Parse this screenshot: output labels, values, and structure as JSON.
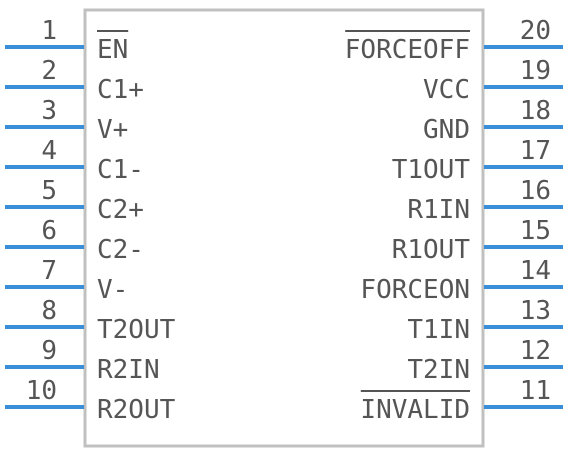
{
  "component": {
    "body_color": "#c0c0c0",
    "pin_color": "#3b8fd8",
    "text_color": "#555555",
    "left_pins": [
      {
        "number": "1",
        "name": "EN",
        "overbar": true
      },
      {
        "number": "2",
        "name": "C1+",
        "overbar": false
      },
      {
        "number": "3",
        "name": "V+",
        "overbar": false
      },
      {
        "number": "4",
        "name": "C1-",
        "overbar": false
      },
      {
        "number": "5",
        "name": "C2+",
        "overbar": false
      },
      {
        "number": "6",
        "name": "C2-",
        "overbar": false
      },
      {
        "number": "7",
        "name": "V-",
        "overbar": false
      },
      {
        "number": "8",
        "name": "T2OUT",
        "overbar": false
      },
      {
        "number": "9",
        "name": "R2IN",
        "overbar": false
      },
      {
        "number": "10",
        "name": "R2OUT",
        "overbar": false
      }
    ],
    "right_pins": [
      {
        "number": "20",
        "name": "FORCEOFF",
        "overbar": true
      },
      {
        "number": "19",
        "name": "VCC",
        "overbar": false
      },
      {
        "number": "18",
        "name": "GND",
        "overbar": false
      },
      {
        "number": "17",
        "name": "T1OUT",
        "overbar": false
      },
      {
        "number": "16",
        "name": "R1IN",
        "overbar": false
      },
      {
        "number": "15",
        "name": "R1OUT",
        "overbar": false
      },
      {
        "number": "14",
        "name": "FORCEON",
        "overbar": false
      },
      {
        "number": "13",
        "name": "T1IN",
        "overbar": false
      },
      {
        "number": "12",
        "name": "T2IN",
        "overbar": false
      },
      {
        "number": "11",
        "name": "INVALID",
        "overbar": true
      }
    ]
  }
}
